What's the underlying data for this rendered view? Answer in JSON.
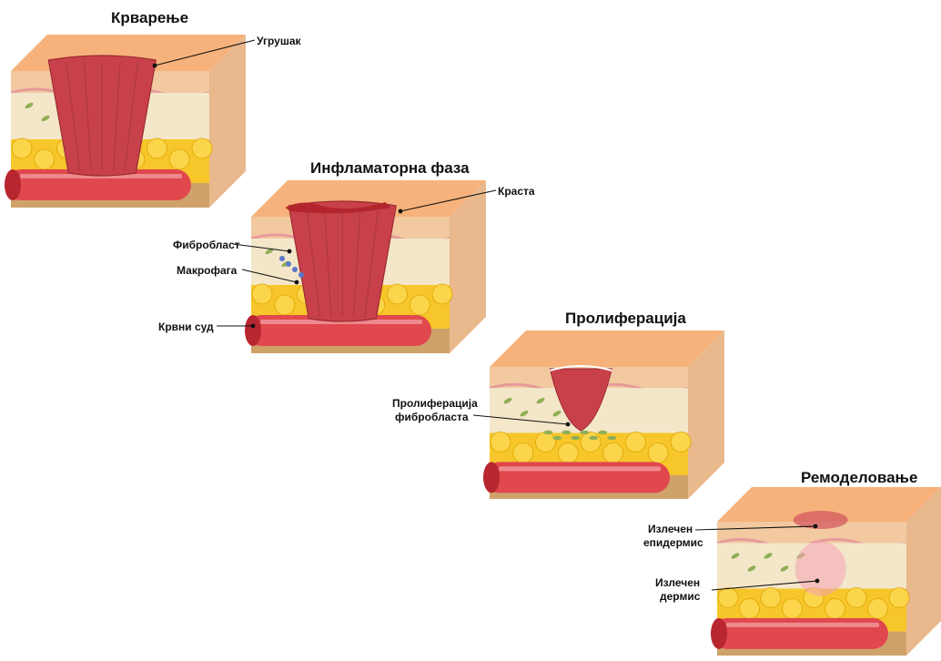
{
  "stages": [
    {
      "title": "Крварење",
      "labels": {
        "clot": "Угрушак"
      }
    },
    {
      "title": "Инфламаторна фаза",
      "labels": {
        "scab": "Краста",
        "fibroblast": "Фибробласт",
        "macrophage": "Макрофага",
        "vessel": "Крвни суд"
      }
    },
    {
      "title": "Пролиферација",
      "labels": {
        "fibro_prolif_1": "Пролиферација",
        "fibro_prolif_2": "фибробласта"
      }
    },
    {
      "title": "Ремоделовање",
      "labels": {
        "epi_1": "Излечен",
        "epi_2": "епидермис",
        "derm_1": "Излечен",
        "derm_2": "дермис"
      }
    }
  ],
  "colors": {
    "epidermis_top": "#f6b27a",
    "epidermis_side": "#f2c9a0",
    "dermis": "#f3e6c9",
    "fat": "#f7c62a",
    "fat_dark": "#e0a400",
    "vessel": "#e0484e",
    "vessel_dark": "#b8262f",
    "clot": "#c8414a",
    "base": "#cfa26a"
  },
  "icons": [
    "skin-block",
    "blood-clot",
    "blood-vessel",
    "fat-cells",
    "fibroblast-cell",
    "macrophage-cell"
  ]
}
